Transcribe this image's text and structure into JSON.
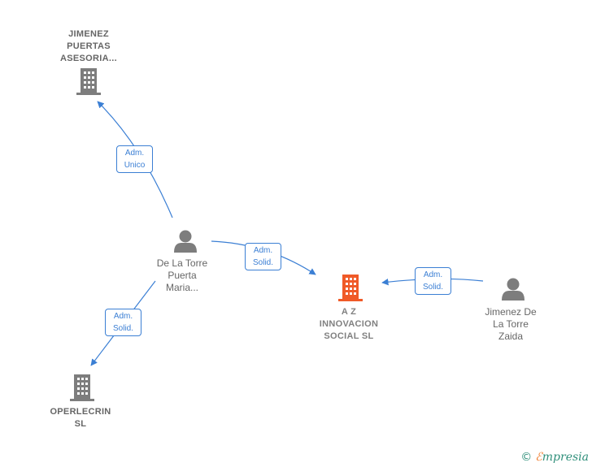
{
  "colors": {
    "edge": "#3b7fd4",
    "building": "#7d7d7d",
    "building_main": "#f05a28",
    "person": "#7d7d7d"
  },
  "nodes": {
    "jimenez_puertas": {
      "label": "JIMENEZ\nPUERTAS\nASESORIA...",
      "icon": "building-icon"
    },
    "de_la_torre": {
      "label": "De La Torre\nPuerta\nMaria...",
      "icon": "person-icon"
    },
    "az_innovacion": {
      "label": "A Z\nINNOVACION\nSOCIAL SL",
      "icon": "building-icon"
    },
    "jimenez_de_la_torre": {
      "label": "Jimenez De\nLa Torre\nZaida",
      "icon": "person-icon"
    },
    "operlecrin": {
      "label": "OPERLECRIN\nSL",
      "icon": "building-icon"
    }
  },
  "edges": [
    {
      "from": "de_la_torre",
      "to": "jimenez_puertas",
      "label": "Adm.\nUnico"
    },
    {
      "from": "de_la_torre",
      "to": "az_innovacion",
      "label": "Adm.\nSolid."
    },
    {
      "from": "jimenez_de_la_torre",
      "to": "az_innovacion",
      "label": "Adm.\nSolid."
    },
    {
      "from": "de_la_torre",
      "to": "operlecrin",
      "label": "Adm.\nSolid."
    }
  ],
  "footer": {
    "copyright_symbol": "©",
    "brand_first": "ℰ",
    "brand_rest": "mpresia"
  }
}
